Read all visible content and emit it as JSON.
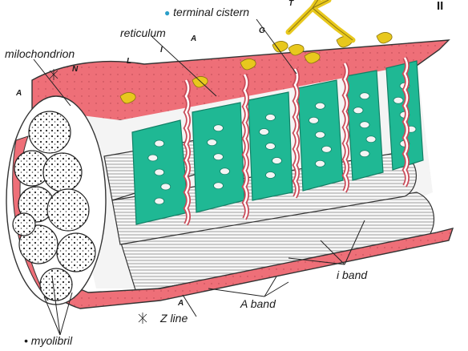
{
  "labels": {
    "terminal_cistern": "terminal cistern",
    "reticulum": "reticulum",
    "mitochondrion": "milochondrion",
    "i_band": "i band",
    "a_band": "A band",
    "z_line": "Z line",
    "myofibril": "myolibril",
    "corner_mark": "II"
  },
  "letter_marks": {
    "T": "T",
    "A_top": "A",
    "G": "G",
    "I": "I",
    "L": "L",
    "N": "N",
    "A_left": "A",
    "A_bottom": "A"
  },
  "colors": {
    "membrane": "#ee6f78",
    "membrane_light": "#f59aa0",
    "reticulum": "#1fb894",
    "reticulum_dark": "#128066",
    "tubule": "#e8c81d",
    "myofibril_fill": "#f6f6f6",
    "outline": "#222222",
    "bullet": "#2a9fc9"
  }
}
